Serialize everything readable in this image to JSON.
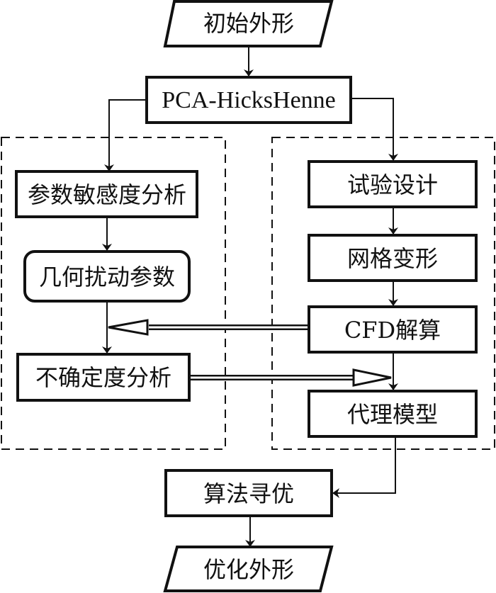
{
  "diagram": {
    "type": "flowchart",
    "nodes": {
      "initial_shape": {
        "label": "初始外形",
        "shape": "parallelogram"
      },
      "pca_hickshenne": {
        "label": "PCA-HicksHenne",
        "shape": "rectangle"
      },
      "sensitivity_analysis": {
        "label": "参数敏感度分析",
        "shape": "rectangle"
      },
      "geometric_perturbation": {
        "label": "几何扰动参数",
        "shape": "rounded-rectangle"
      },
      "uncertainty_analysis": {
        "label": "不确定度分析",
        "shape": "rectangle"
      },
      "design_of_experiments": {
        "label": "试验设计",
        "shape": "rectangle"
      },
      "mesh_deformation": {
        "label": "网格变形",
        "shape": "rectangle"
      },
      "cfd_solution": {
        "label": "CFD解算",
        "shape": "rectangle"
      },
      "surrogate_model": {
        "label": "代理模型",
        "shape": "rectangle"
      },
      "algorithm_optimization": {
        "label": "算法寻优",
        "shape": "rectangle"
      },
      "optimized_shape": {
        "label": "优化外形",
        "shape": "parallelogram"
      }
    },
    "groups": [
      {
        "id": "left-group",
        "style": "dashed",
        "members": [
          "sensitivity_analysis",
          "geometric_perturbation",
          "uncertainty_analysis"
        ]
      },
      {
        "id": "right-group",
        "style": "dashed",
        "members": [
          "design_of_experiments",
          "mesh_deformation",
          "cfd_solution",
          "surrogate_model"
        ]
      }
    ],
    "edges": [
      {
        "from": "initial_shape",
        "to": "pca_hickshenne",
        "style": "solid"
      },
      {
        "from": "pca_hickshenne",
        "to": "sensitivity_analysis",
        "style": "solid"
      },
      {
        "from": "pca_hickshenne",
        "to": "design_of_experiments",
        "style": "solid"
      },
      {
        "from": "sensitivity_analysis",
        "to": "geometric_perturbation",
        "style": "solid"
      },
      {
        "from": "geometric_perturbation",
        "to": "uncertainty_analysis",
        "style": "solid"
      },
      {
        "from": "design_of_experiments",
        "to": "mesh_deformation",
        "style": "solid"
      },
      {
        "from": "mesh_deformation",
        "to": "cfd_solution",
        "style": "solid"
      },
      {
        "from": "cfd_solution",
        "to": "surrogate_model",
        "style": "solid"
      },
      {
        "from": "cfd_solution",
        "to": "geometric_perturbation-uncertainty_analysis-link",
        "style": "double-hollow"
      },
      {
        "from": "uncertainty_analysis",
        "to": "cfd_solution-surrogate_model-link",
        "style": "double-hollow"
      },
      {
        "from": "surrogate_model",
        "to": "algorithm_optimization",
        "style": "solid"
      },
      {
        "from": "algorithm_optimization",
        "to": "optimized_shape",
        "style": "solid"
      }
    ]
  }
}
